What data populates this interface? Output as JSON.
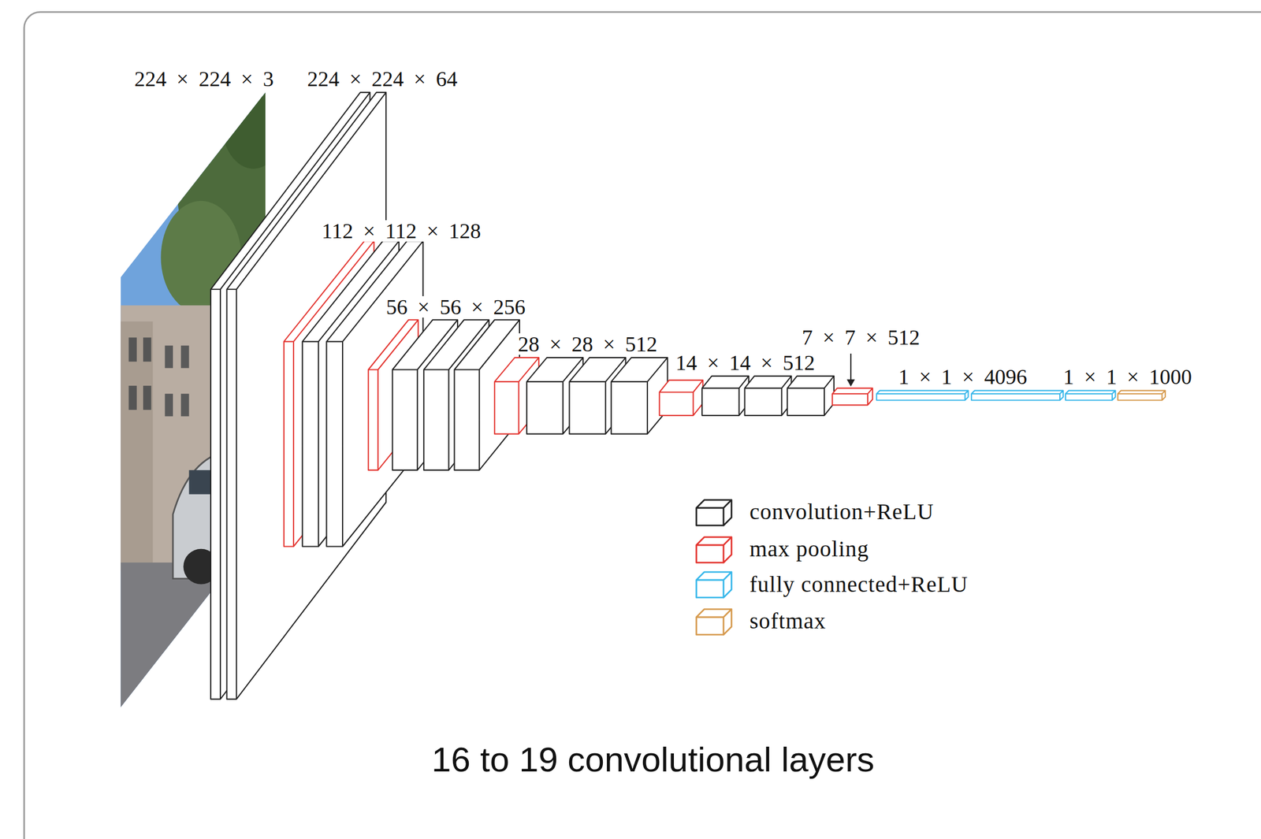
{
  "diagram": {
    "caption": "16 to 19 convolutional layers",
    "labels": [
      "224 × 224 × 3",
      "224 × 224 × 64",
      "112 × 112 × 128",
      "56 × 56 × 256",
      "28 × 28 × 512",
      "14 × 14 × 512",
      "7 × 7 × 512",
      "1 × 1 × 4096",
      "1 × 1 × 1000"
    ],
    "legend": [
      {
        "text": "convolution+ReLU",
        "color": "#222222"
      },
      {
        "text": "max pooling",
        "color": "#e3342f"
      },
      {
        "text": "fully connected+ReLU",
        "color": "#37b7ea"
      },
      {
        "text": "softmax",
        "color": "#d69a4e"
      }
    ]
  }
}
